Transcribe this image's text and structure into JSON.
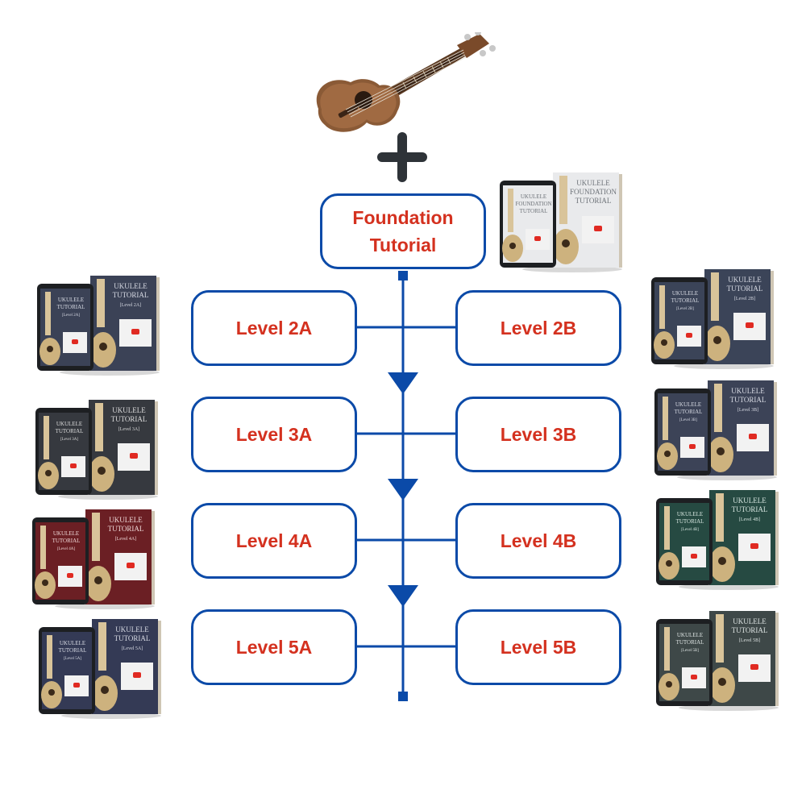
{
  "colors": {
    "line": "#0b4aa8",
    "text": "#d4311f",
    "plus": "#2e3338"
  },
  "icons": {
    "top": "ukulele-icon",
    "plus": "plus-icon",
    "book": "ukulele-tutorial-book-icon"
  },
  "nodes": {
    "foundation": [
      "Foundation",
      "Tutorial"
    ],
    "level_2a": "Level 2A",
    "level_2b": "Level 2B",
    "level_3a": "Level 3A",
    "level_3b": "Level 3B",
    "level_4a": "Level 4A",
    "level_4b": "Level 4B",
    "level_5a": "Level 5A",
    "level_5b": "Level 5B"
  },
  "books": {
    "foundation": {
      "title": [
        "UKULELE",
        "FOUNDATION",
        "TUTORIAL"
      ],
      "level": "",
      "cover": "#e9eaec",
      "text": "#6d7278"
    },
    "level_2a": {
      "title": [
        "UKULELE",
        "TUTORIAL"
      ],
      "level": "[Level 2A]",
      "cover": "#3b4256",
      "text": "#d8dbe4"
    },
    "level_2b": {
      "title": [
        "UKULELE",
        "TUTORIAL"
      ],
      "level": "[Level 2B]",
      "cover": "#3b4458",
      "text": "#d8dbe4"
    },
    "level_3a": {
      "title": [
        "UKULELE",
        "TUTORIAL"
      ],
      "level": "[Level 3A]",
      "cover": "#36393f",
      "text": "#dcdcdc"
    },
    "level_3b": {
      "title": [
        "UKULELE",
        "TUTORIAL"
      ],
      "level": "[Level 3B]",
      "cover": "#3c4357",
      "text": "#d8dbe4"
    },
    "level_4a": {
      "title": [
        "UKULELE",
        "TUTORIAL"
      ],
      "level": "[Level 4A]",
      "cover": "#6b1f24",
      "text": "#eed8d8"
    },
    "level_4b": {
      "title": [
        "UKULELE",
        "TUTORIAL"
      ],
      "level": "[Level 4B]",
      "cover": "#264a42",
      "text": "#d7e6e0"
    },
    "level_5a": {
      "title": [
        "UKULELE",
        "TUTORIAL"
      ],
      "level": "[Level 5A]",
      "cover": "#343a55",
      "text": "#d8dbe4"
    },
    "level_5b": {
      "title": [
        "UKULELE",
        "TUTORIAL"
      ],
      "level": "[Level 5B]",
      "cover": "#3e4848",
      "text": "#dde3e2"
    }
  }
}
